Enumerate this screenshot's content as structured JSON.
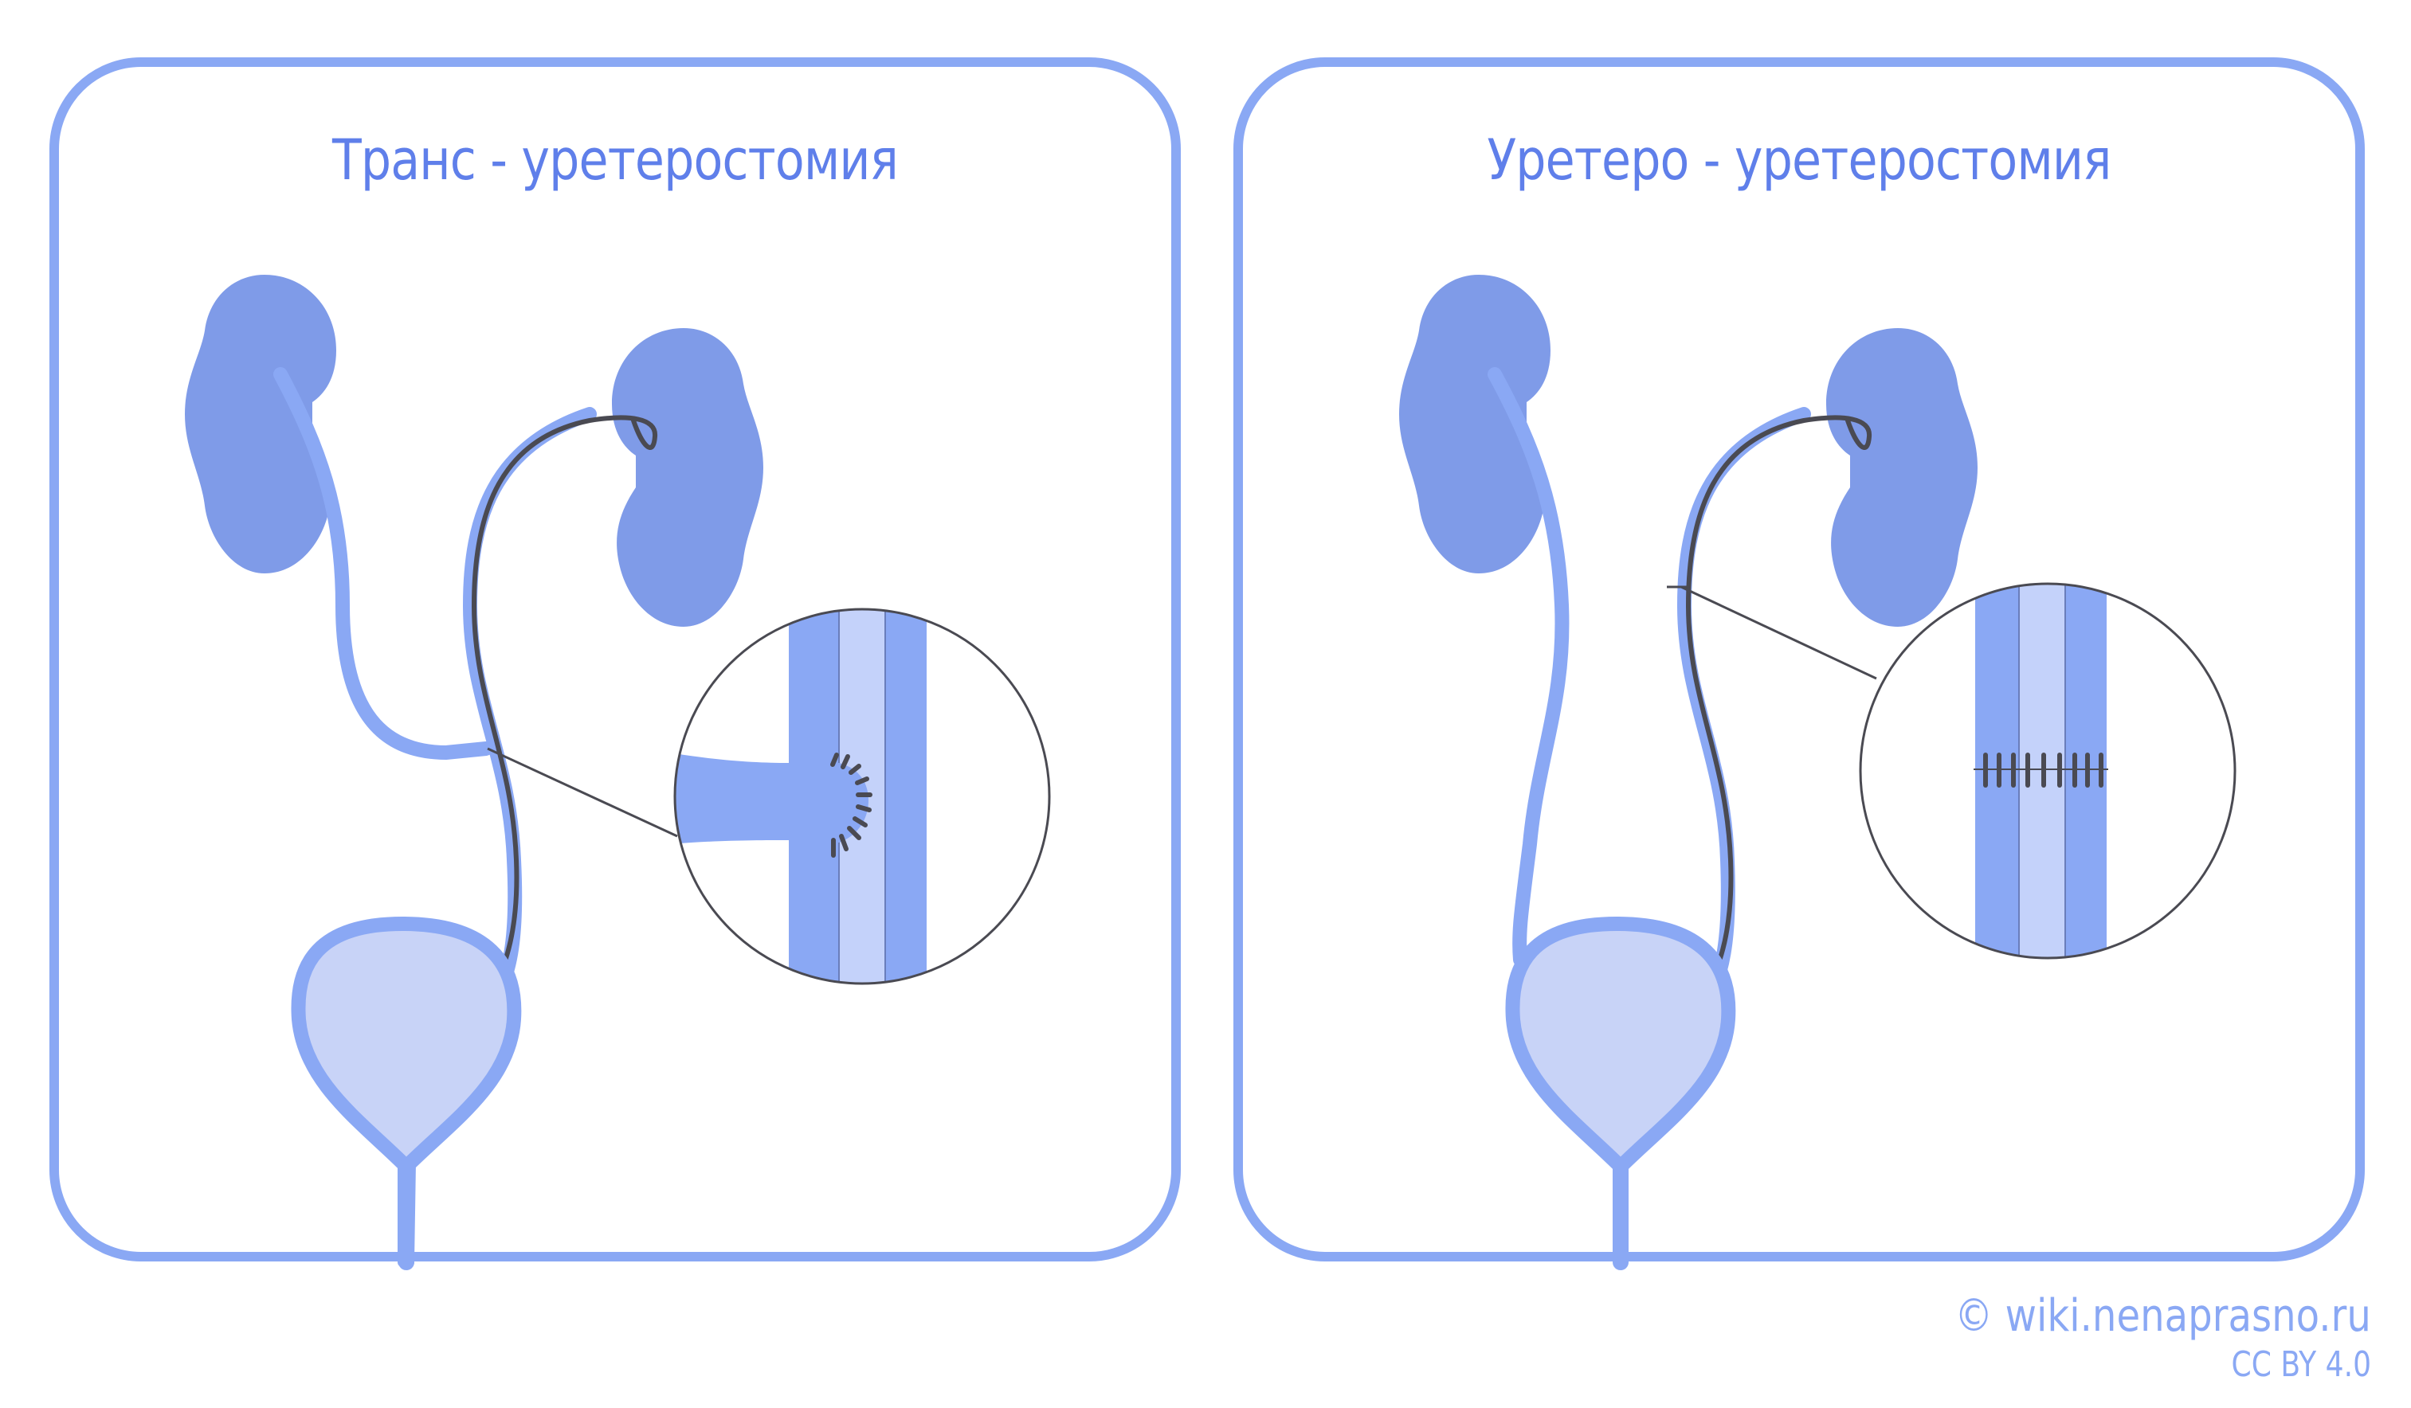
{
  "panels": [
    {
      "id": "left",
      "title": "Транс - уретеростомия",
      "detail": "end-to-side anastomosis of transposed ureter with circular suture"
    },
    {
      "id": "right",
      "title": "Уретеро - уретеростомия",
      "detail": "end-to-end ureter anastomosis with interrupted sutures"
    }
  ],
  "credit": {
    "site": "© wiki.nenaprasno.ru",
    "license": "CC BY 4.0"
  },
  "colors": {
    "frame": "#8aa8f4",
    "title": "#5f7fea",
    "kidney": "#7f9be8",
    "ureter": "#8aa8f4",
    "bladder_fill": "#c8d3f7",
    "lumen": "#c4d2fa",
    "stent": "#4a4a52"
  }
}
